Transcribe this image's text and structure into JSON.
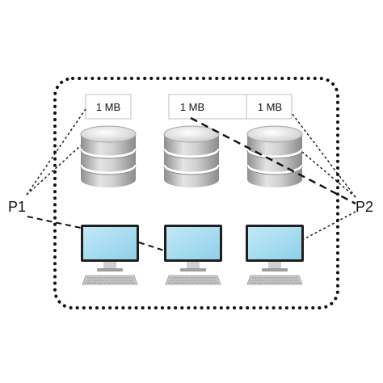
{
  "diagram": {
    "memory_blocks": [
      {
        "label": "1 MB"
      },
      {
        "label": "1 MB"
      },
      {
        "label": "1 MB"
      }
    ],
    "processes": [
      {
        "label": "P1"
      },
      {
        "label": "P2"
      }
    ],
    "servers": [
      {
        "icon": "database-server-icon"
      },
      {
        "icon": "database-server-icon"
      },
      {
        "icon": "database-server-icon"
      }
    ],
    "workstations": [
      {
        "icon": "desktop-computer-icon"
      },
      {
        "icon": "desktop-computer-icon"
      },
      {
        "icon": "desktop-computer-icon"
      }
    ],
    "colors": {
      "screen": "#a9dcef",
      "bezel": "#1f1f1f",
      "disk_light": "#e9e9e9",
      "disk_dark": "#9a9a9a",
      "line": "#111111"
    }
  }
}
